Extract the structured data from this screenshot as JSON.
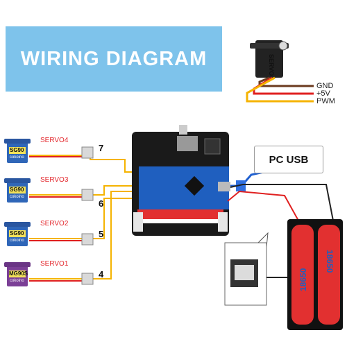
{
  "banner": {
    "title": "WIRING DIAGRAM"
  },
  "wire_key": {
    "servo_text": "SERVO",
    "labels": [
      "GND",
      "+5V",
      "PWM"
    ],
    "colors": [
      "#6b3a1e",
      "#e02020",
      "#f5b300"
    ]
  },
  "servos": [
    {
      "model": "SG90",
      "brand": "cokoino",
      "label": "SERVO4",
      "channel": "7",
      "color": "#2f66b8"
    },
    {
      "model": "SG90",
      "brand": "cokoino",
      "label": "SERVO3",
      "channel": "6",
      "color": "#2f66b8"
    },
    {
      "model": "SG90",
      "brand": "cokoino",
      "label": "SERVO2",
      "channel": "5",
      "color": "#2f66b8"
    },
    {
      "model": "MG90S",
      "brand": "cokoino",
      "label": "SERVO1",
      "channel": "4",
      "color": "#7b3f96"
    }
  ],
  "usb": {
    "label": "PC USB"
  },
  "batteries": [
    {
      "text": "18650"
    },
    {
      "text": "18650"
    }
  ],
  "colors": {
    "banner": "#7ec3eb",
    "pcb": "#1a1a1a",
    "nano": "#1f5fbf",
    "battery": "#e23030"
  }
}
